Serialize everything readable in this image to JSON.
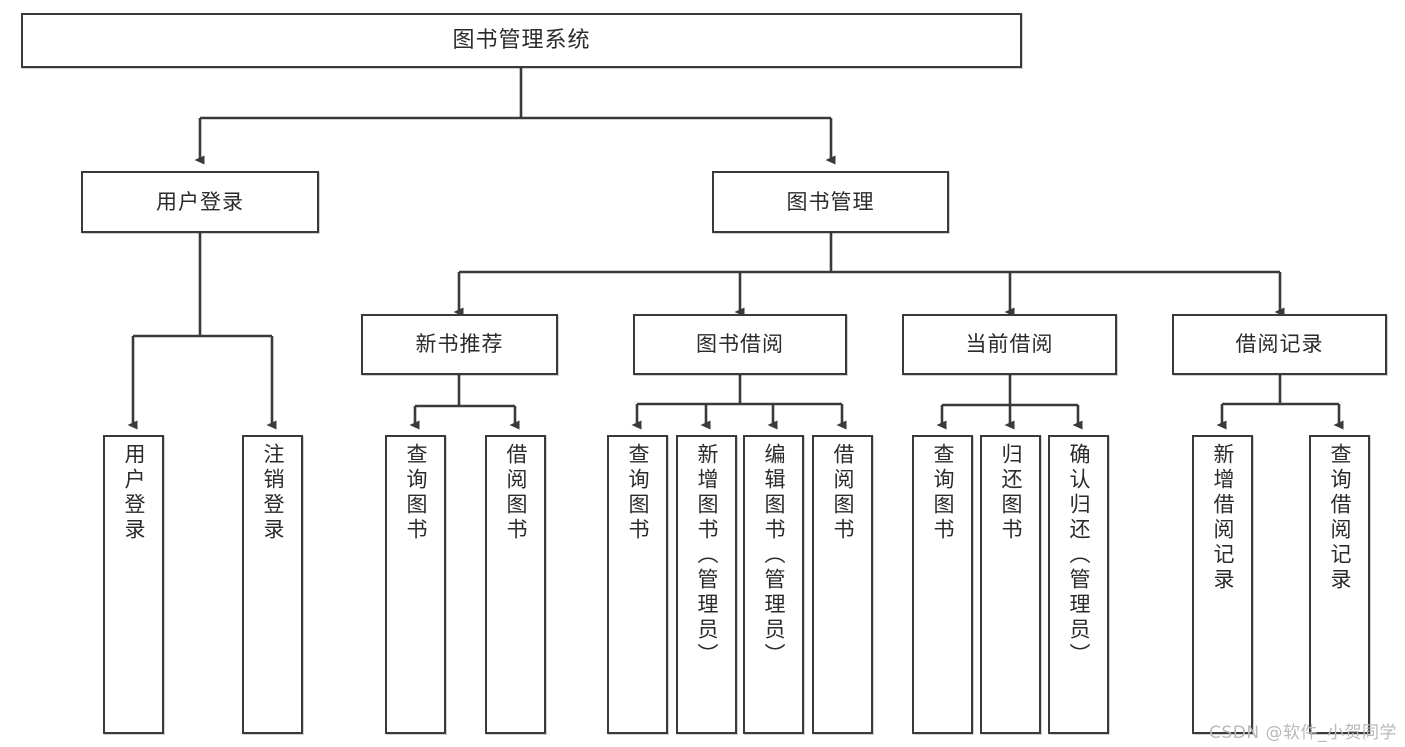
{
  "diagram": {
    "type": "tree-hierarchy",
    "title": "图书管理系统",
    "watermark": "CSDN @软件_小贺同学",
    "stroke_color": "#3a3a3a",
    "fill_color": "#ffffff",
    "text_color": "#2b2b2b",
    "nodes": {
      "root": {
        "label": "图书管理系统",
        "level": 0
      },
      "login": {
        "label": "用户登录",
        "level": 1
      },
      "book_mgmt": {
        "label": "图书管理",
        "level": 1
      },
      "new_book_rec": {
        "label": "新书推荐",
        "level": 2
      },
      "book_borrow": {
        "label": "图书借阅",
        "level": 2
      },
      "current_borrow": {
        "label": "当前借阅",
        "level": 2
      },
      "borrow_record": {
        "label": "借阅记录",
        "level": 2
      },
      "leaf_user_login": {
        "label": "用户登录",
        "level": 3
      },
      "leaf_logout": {
        "label": "注销登录",
        "level": 3
      },
      "leaf_query_book_a": {
        "label": "查询图书",
        "level": 3
      },
      "leaf_borrow_book_a": {
        "label": "借阅图书",
        "level": 3
      },
      "leaf_query_book_b": {
        "label": "查询图书",
        "level": 3
      },
      "leaf_add_book": {
        "label": "新增图书（管理员）",
        "level": 3
      },
      "leaf_edit_book": {
        "label": "编辑图书（管理员）",
        "level": 3
      },
      "leaf_borrow_book_b": {
        "label": "借阅图书",
        "level": 3
      },
      "leaf_query_book_c": {
        "label": "查询图书",
        "level": 3
      },
      "leaf_return_book": {
        "label": "归还图书",
        "level": 3
      },
      "leaf_confirm_return": {
        "label": "确认归还（管理员）",
        "level": 3
      },
      "leaf_add_record": {
        "label": "新增借阅记录",
        "level": 3
      },
      "leaf_query_record": {
        "label": "查询借阅记录",
        "level": 3
      }
    },
    "edges": [
      {
        "from": "root",
        "to": "login"
      },
      {
        "from": "root",
        "to": "book_mgmt"
      },
      {
        "from": "login",
        "to": "leaf_user_login"
      },
      {
        "from": "login",
        "to": "leaf_logout"
      },
      {
        "from": "book_mgmt",
        "to": "new_book_rec"
      },
      {
        "from": "book_mgmt",
        "to": "book_borrow"
      },
      {
        "from": "book_mgmt",
        "to": "current_borrow"
      },
      {
        "from": "book_mgmt",
        "to": "borrow_record"
      },
      {
        "from": "new_book_rec",
        "to": "leaf_query_book_a"
      },
      {
        "from": "new_book_rec",
        "to": "leaf_borrow_book_a"
      },
      {
        "from": "book_borrow",
        "to": "leaf_query_book_b"
      },
      {
        "from": "book_borrow",
        "to": "leaf_add_book"
      },
      {
        "from": "book_borrow",
        "to": "leaf_edit_book"
      },
      {
        "from": "book_borrow",
        "to": "leaf_borrow_book_b"
      },
      {
        "from": "current_borrow",
        "to": "leaf_query_book_c"
      },
      {
        "from": "current_borrow",
        "to": "leaf_return_book"
      },
      {
        "from": "current_borrow",
        "to": "leaf_confirm_return"
      },
      {
        "from": "borrow_record",
        "to": "leaf_add_record"
      },
      {
        "from": "borrow_record",
        "to": "leaf_query_record"
      }
    ]
  }
}
